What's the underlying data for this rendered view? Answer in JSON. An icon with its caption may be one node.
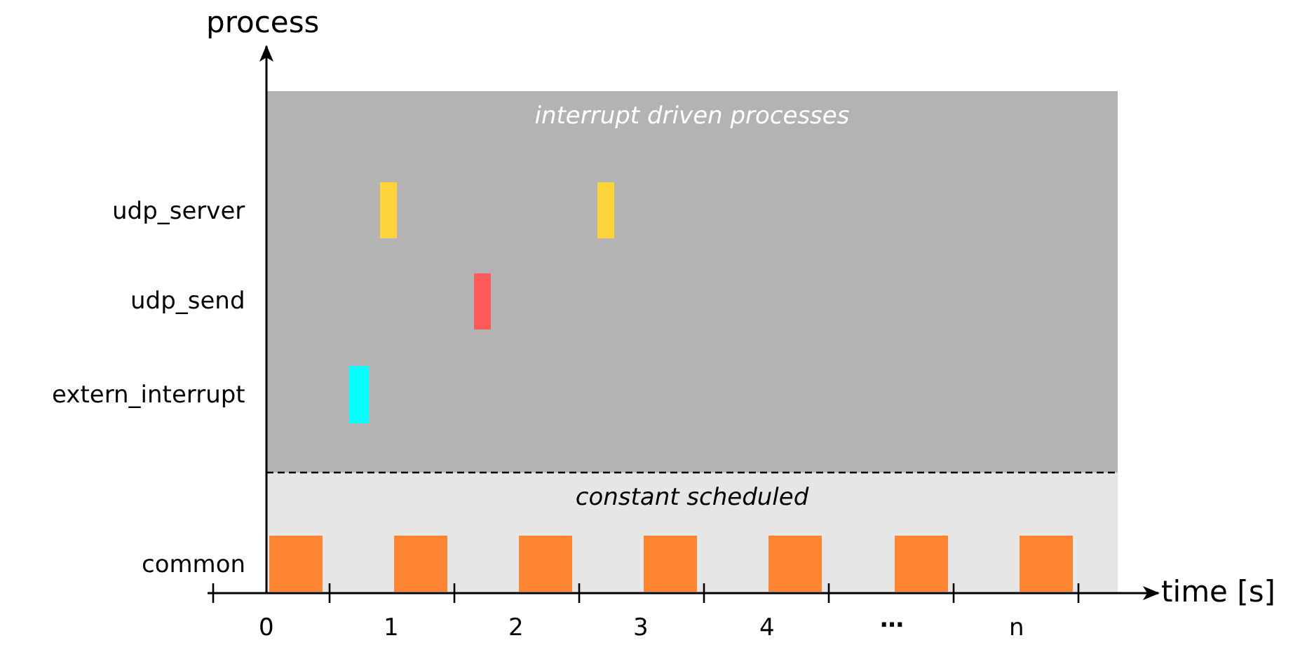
{
  "diagram": {
    "nodes": [
      {
        "text": [
          "interrupt driven processes"
        ]
      },
      {
        "text": [
          "constant scheduled"
        ]
      }
    ],
    "labels": [
      "process",
      "udp_server",
      "udp_send",
      "extern_interrupt",
      "common",
      "time [s]",
      "0",
      "1",
      "2",
      "3",
      "4",
      "…",
      "n"
    ]
  }
}
